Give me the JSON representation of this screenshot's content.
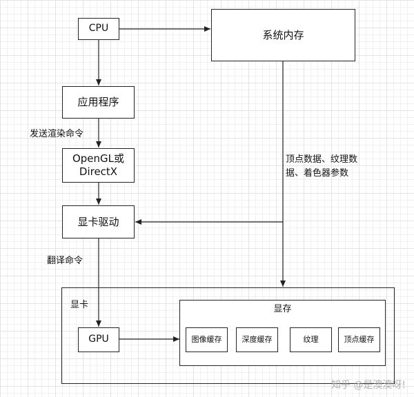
{
  "nodes": {
    "cpu": "CPU",
    "system_memory": "系统内存",
    "application": "应用程序",
    "graphics_api": "OpenGL或\nDirectX",
    "driver": "显卡驱动",
    "gpu_card": "显卡",
    "gpu": "GPU",
    "vram": "显存",
    "image_buffer": "图像缓存",
    "depth_buffer": "深度缓存",
    "texture": "纹理",
    "vertex_buffer": "顶点缓存"
  },
  "edge_labels": {
    "render_commands": "发送渲染命令",
    "vertex_texture_shader": "顶点数据、纹理数\n据、着色器参数",
    "translate_commands": "翻译命令"
  },
  "watermark": "知乎 @是澳澳呀!"
}
